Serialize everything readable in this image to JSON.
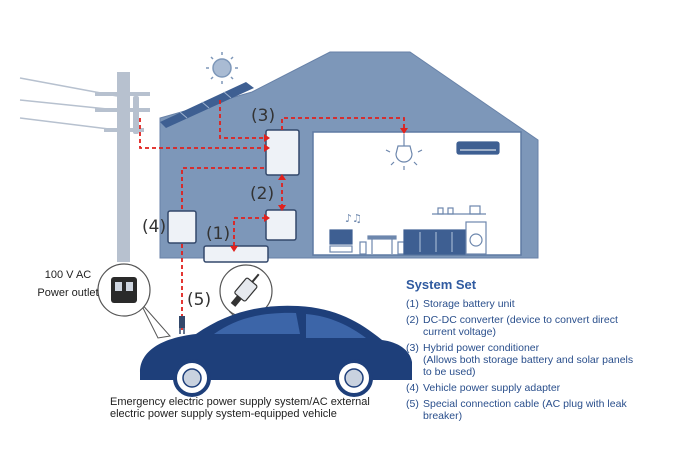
{
  "markers": {
    "m1": "(1)",
    "m2": "(2)",
    "m3": "(3)",
    "m4": "(4)",
    "m5": "(5)"
  },
  "outlet": {
    "line1": "100 V AC",
    "line2": "Power outlet"
  },
  "vehicle_caption": "Emergency electric power supply system/AC external\nelectric power supply system-equipped vehicle",
  "legend": {
    "title": "System Set",
    "items": [
      {
        "num": "(1)",
        "text": "Storage battery unit"
      },
      {
        "num": "(2)",
        "text": "DC-DC converter (device to convert direct\ncurrent voltage)"
      },
      {
        "num": "(3)",
        "text": "Hybrid power conditioner\n(Allows both storage battery and solar panels\nto be used)"
      },
      {
        "num": "(4)",
        "text": "Vehicle power supply adapter"
      },
      {
        "num": "(5)",
        "text": "Special connection cable (AC plug with leak\nbreaker)"
      }
    ]
  },
  "colors": {
    "house": "#7d97b9",
    "roof_panel": "#3e5f92",
    "interior": "#ffffff",
    "interior_line": "#6d87ad",
    "car": "#1e3f7a",
    "pole": "#b7c1cf",
    "flow": "#e0211d",
    "accent_text": "#2f5aa0"
  }
}
